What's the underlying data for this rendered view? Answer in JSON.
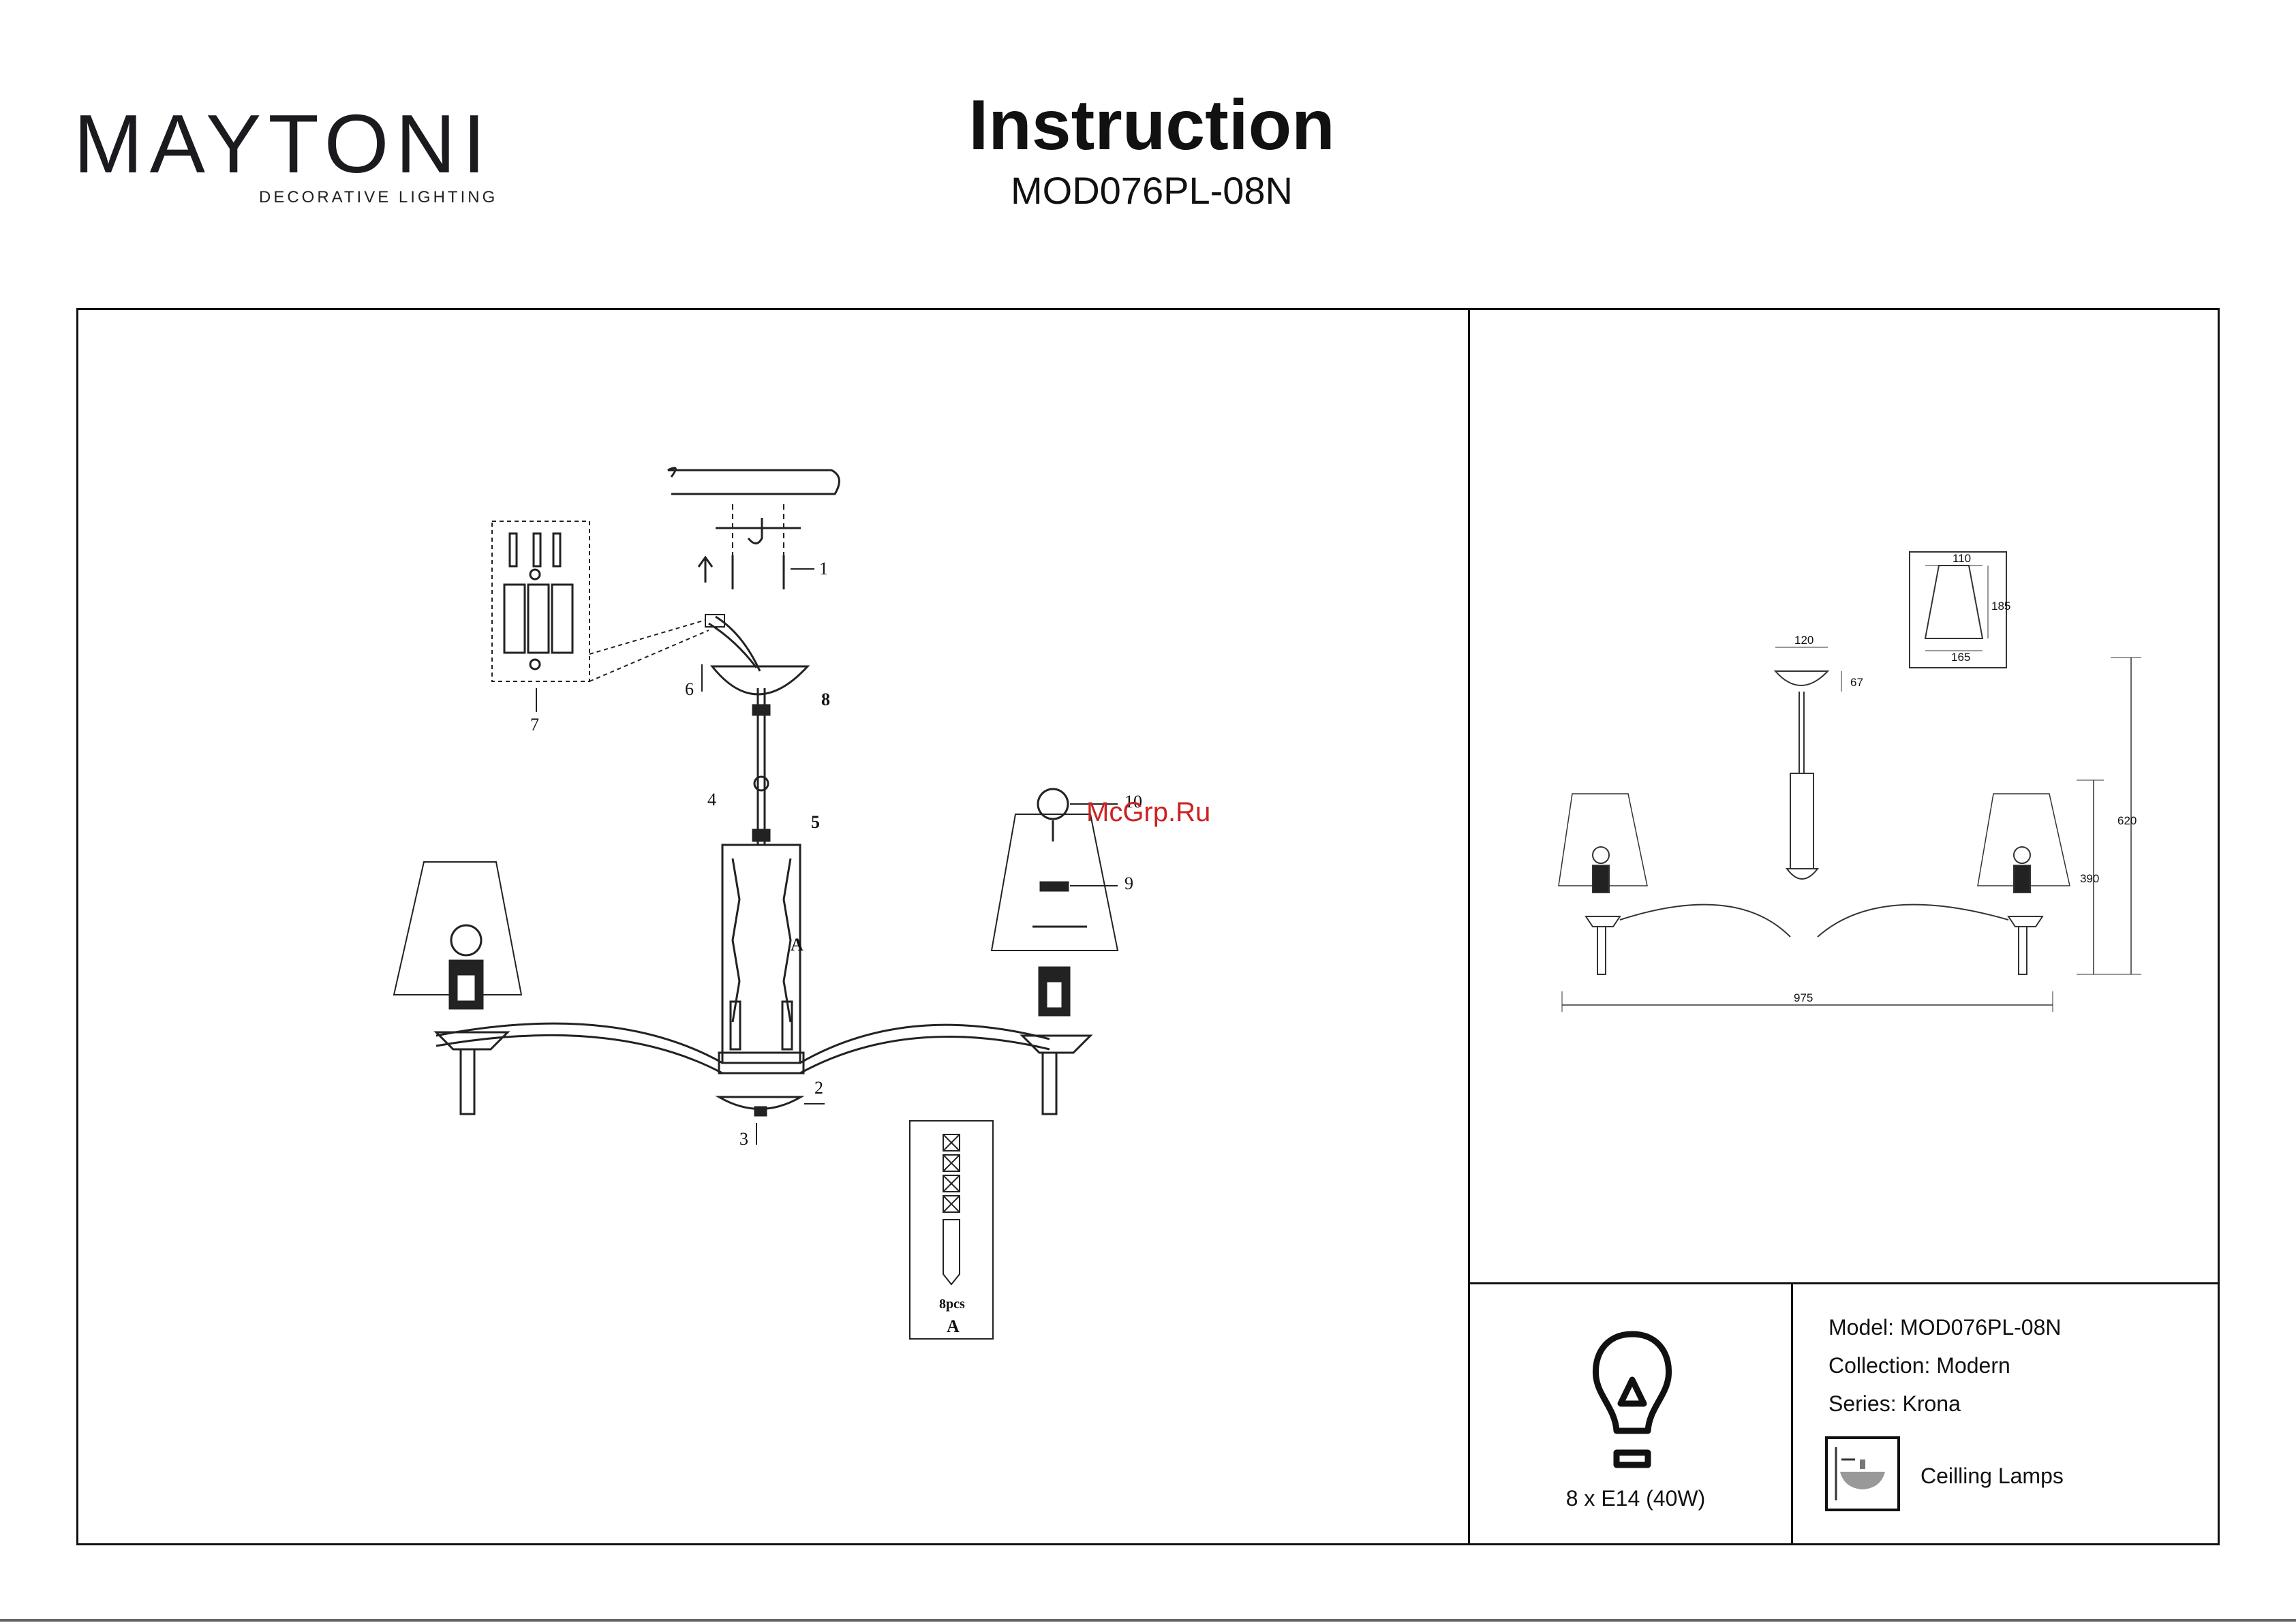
{
  "header": {
    "brand": "MAYTONI",
    "brand_tagline": "DECORATIVE LIGHTING",
    "title": "Instruction",
    "model_code": "MOD076PL-08N"
  },
  "assembly": {
    "callouts": [
      "1",
      "2",
      "3",
      "4",
      "5",
      "6",
      "7",
      "8",
      "9",
      "10"
    ],
    "part_a_label": "A",
    "part_a_count": "8pcs",
    "watermark": "McGrp.Ru"
  },
  "dimensions": {
    "width": "975",
    "height_total": "620",
    "height_body": "390",
    "canopy_width": "120",
    "canopy_height": "67",
    "shade_top": "110",
    "shade_height": "185",
    "shade_bottom": "165"
  },
  "specs": {
    "bulb": "8 x E14 (40W)",
    "model": "Model: MOD076PL-08N",
    "collection": "Collection: Modern",
    "series": "Series: Krona",
    "category": "Ceilling Lamps"
  },
  "icons": [
    "bulb-icon",
    "ceiling-lamp-icon"
  ]
}
